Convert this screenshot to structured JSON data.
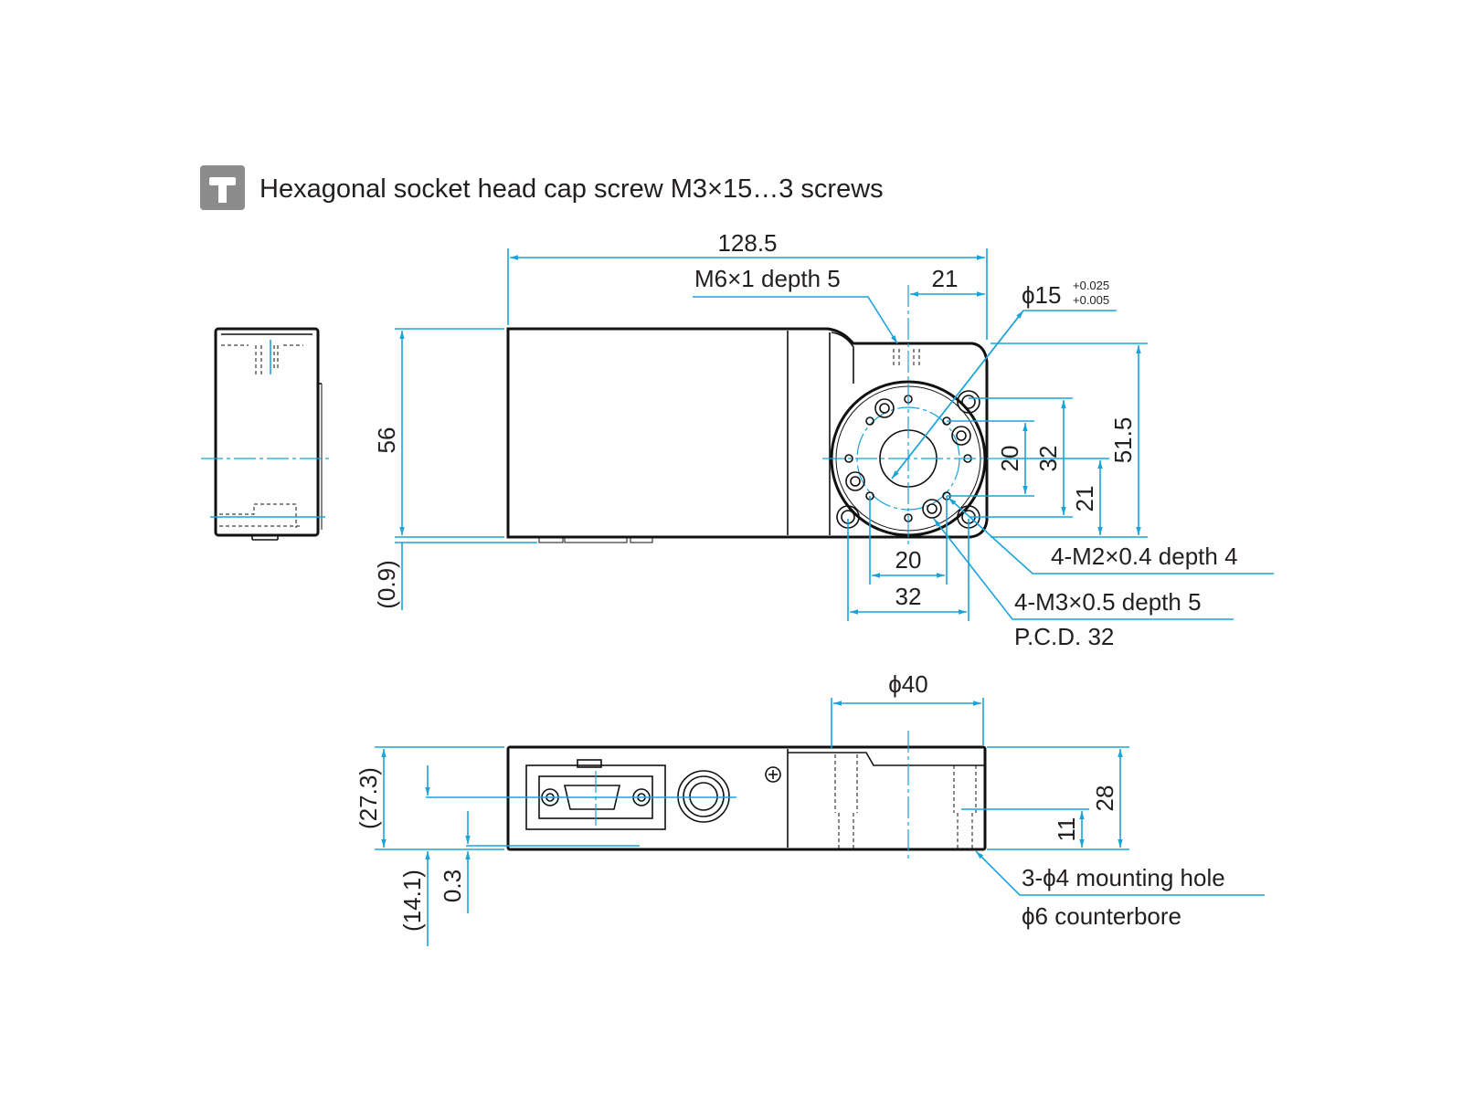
{
  "legend": {
    "icon": "screw-icon",
    "text": "Hexagonal socket head cap screw M3×15…3 screws"
  },
  "top_view": {
    "dim_overall_length": "128.5",
    "dim_tap_callout": "M6×1 depth 5",
    "dim_offset_21": "21",
    "dim_bore": "ϕ15",
    "dim_bore_tol_upper": "+0.025",
    "dim_bore_tol_lower": "+0.005",
    "dim_height": "56",
    "dim_bottom_gap": "(0.9)",
    "dim_hole_span_v_inner": "20",
    "dim_hole_span_v_outer": "32",
    "dim_overall_height_right": "51.5",
    "dim_center_height": "21",
    "dim_hole_span_h_inner": "20",
    "dim_hole_span_h_outer": "32",
    "callout_m2": "4-M2×0.4 depth 4",
    "callout_m3": "4-M3×0.5 depth 5",
    "callout_pcd": "P.C.D. 32"
  },
  "front_view": {
    "dim_diameter": "ϕ40",
    "dim_height_total": "(27.3)",
    "dim_connector_center": "(14.1)",
    "dim_offset": "0.3",
    "dim_height_right": "28",
    "dim_hole_height": "11",
    "callout_mounting": "3-ϕ4 mounting hole",
    "callout_counterbore": "ϕ6 counterbore"
  },
  "colors": {
    "dimension": "#1aa3d9",
    "outline": "#111111",
    "icon_bg": "#8c8c8c"
  }
}
